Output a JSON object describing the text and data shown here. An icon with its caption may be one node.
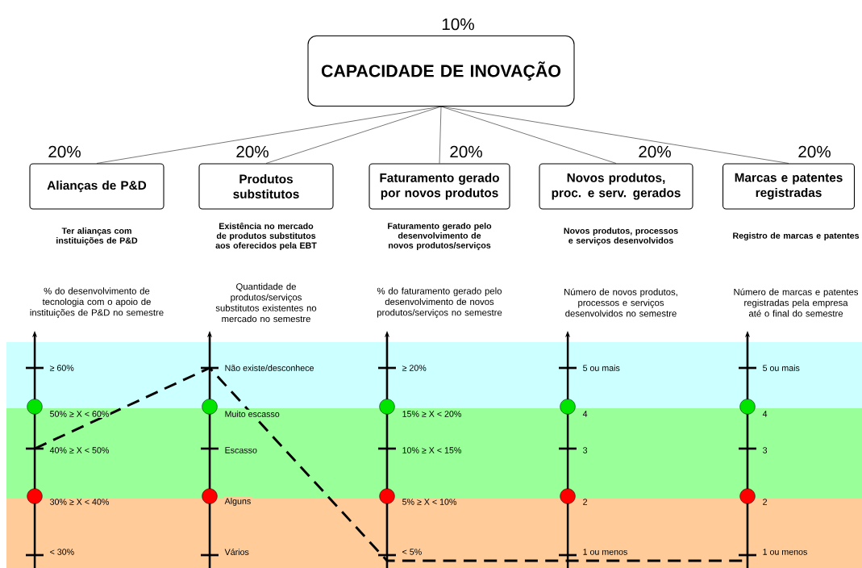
{
  "diagram": {
    "nodes": [
      {
        "text": [
          "CAPACIDADE DE INOVAÇÃO"
        ],
        "beside": [
          "10%"
        ]
      },
      {
        "text": [
          "Alianças de P&D"
        ],
        "beside": [
          "20%"
        ]
      },
      {
        "text": [
          "Produtos substitutos"
        ],
        "beside": [
          "20%"
        ]
      },
      {
        "text": [
          "Faturamento gerado por novos produtos"
        ],
        "beside": [
          "20%"
        ]
      },
      {
        "text": [
          "Novos produtos, proc. e serv. gerados"
        ],
        "beside": [
          "20%"
        ]
      },
      {
        "text": [
          "Marcas e patentes registradas"
        ],
        "beside": [
          "20%"
        ]
      }
    ],
    "edges": [
      {
        "from": 0,
        "to": 1,
        "arrow": "none"
      },
      {
        "from": 0,
        "to": 2,
        "arrow": "none"
      },
      {
        "from": 0,
        "to": 3,
        "arrow": "none"
      },
      {
        "from": 0,
        "to": 4,
        "arrow": "none"
      },
      {
        "from": 0,
        "to": 5,
        "arrow": "none"
      }
    ],
    "labels": [
      "Ter alianças com instituições de P&D",
      "Existência no mercado de produtos substitutos aos oferecidos pela EBT",
      "Faturamento gerado pelo desenvolvimento de novos produtos/serviços",
      "Novos produtos, processos e serviços desenvolvidos",
      "Registro de marcas e patentes",
      "% do desenvolvimento de tecnologia com o apoio de instituições de P&D no semestre",
      "Quantidade de produtos/serviços substitutos existentes no mercado no semestre",
      "% do faturamento gerado pelo desenvolvimento de novos produtos/serviços no semestre",
      "Número de novos produtos, processos e serviços desenvolvidos no semestre",
      "Número de marcas e patentes registradas pela empresa até o final do semestre",
      "≥ 60%",
      "Não existe/desconhece",
      "≥ 20%",
      "5 ou mais",
      "5 ou mais",
      "50% ≥ X < 60%",
      "Muito escasso",
      "15% ≥ X < 20%",
      "4",
      "4",
      "40% ≥ X < 50%",
      "Escasso",
      "10% ≥ X < 15%",
      "3",
      "3",
      "30% ≥ X < 40%",
      "Alguns",
      "5% ≥ X < 10%",
      "2",
      "2",
      "< 30%",
      "Vários",
      "< 5%",
      "1 ou menos",
      "1 ou menos"
    ]
  }
}
